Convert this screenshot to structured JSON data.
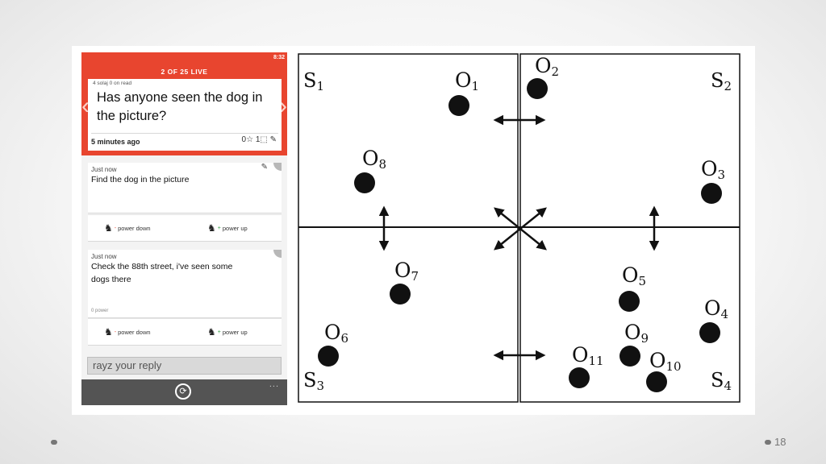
{
  "phone": {
    "clock": "8:32",
    "live_label": "2 OF 25 LIVE",
    "meta": "4 solaj 0 on read",
    "question": "Has anyone seen the dog in the picture?",
    "time": "5 minutes ago",
    "actions": "0☆ 1⬚ ✎",
    "replies": [
      {
        "time": "Just now",
        "text": "Find the dog in the picture"
      },
      {
        "time": "Just now",
        "text": "Check the 88th street, i've seen some dogs there",
        "power": "0 power"
      }
    ],
    "power_down_label": "power down",
    "power_up_label": "power up",
    "reply_placeholder": "rayz your reply",
    "more_label": "..."
  },
  "diagram": {
    "sectors": [
      {
        "name": "S1",
        "sub": "1"
      },
      {
        "name": "S2",
        "sub": "2"
      },
      {
        "name": "S3",
        "sub": "3"
      },
      {
        "name": "S4",
        "sub": "4"
      }
    ],
    "objects": [
      {
        "label": "O",
        "sub": "1"
      },
      {
        "label": "O",
        "sub": "2"
      },
      {
        "label": "O",
        "sub": "3"
      },
      {
        "label": "O",
        "sub": "4"
      },
      {
        "label": "O",
        "sub": "5"
      },
      {
        "label": "O",
        "sub": "6"
      },
      {
        "label": "O",
        "sub": "7"
      },
      {
        "label": "O",
        "sub": "8"
      },
      {
        "label": "O",
        "sub": "9"
      },
      {
        "label": "O",
        "sub": "10"
      },
      {
        "label": "O",
        "sub": "11"
      }
    ]
  },
  "slide": {
    "number": "18"
  }
}
